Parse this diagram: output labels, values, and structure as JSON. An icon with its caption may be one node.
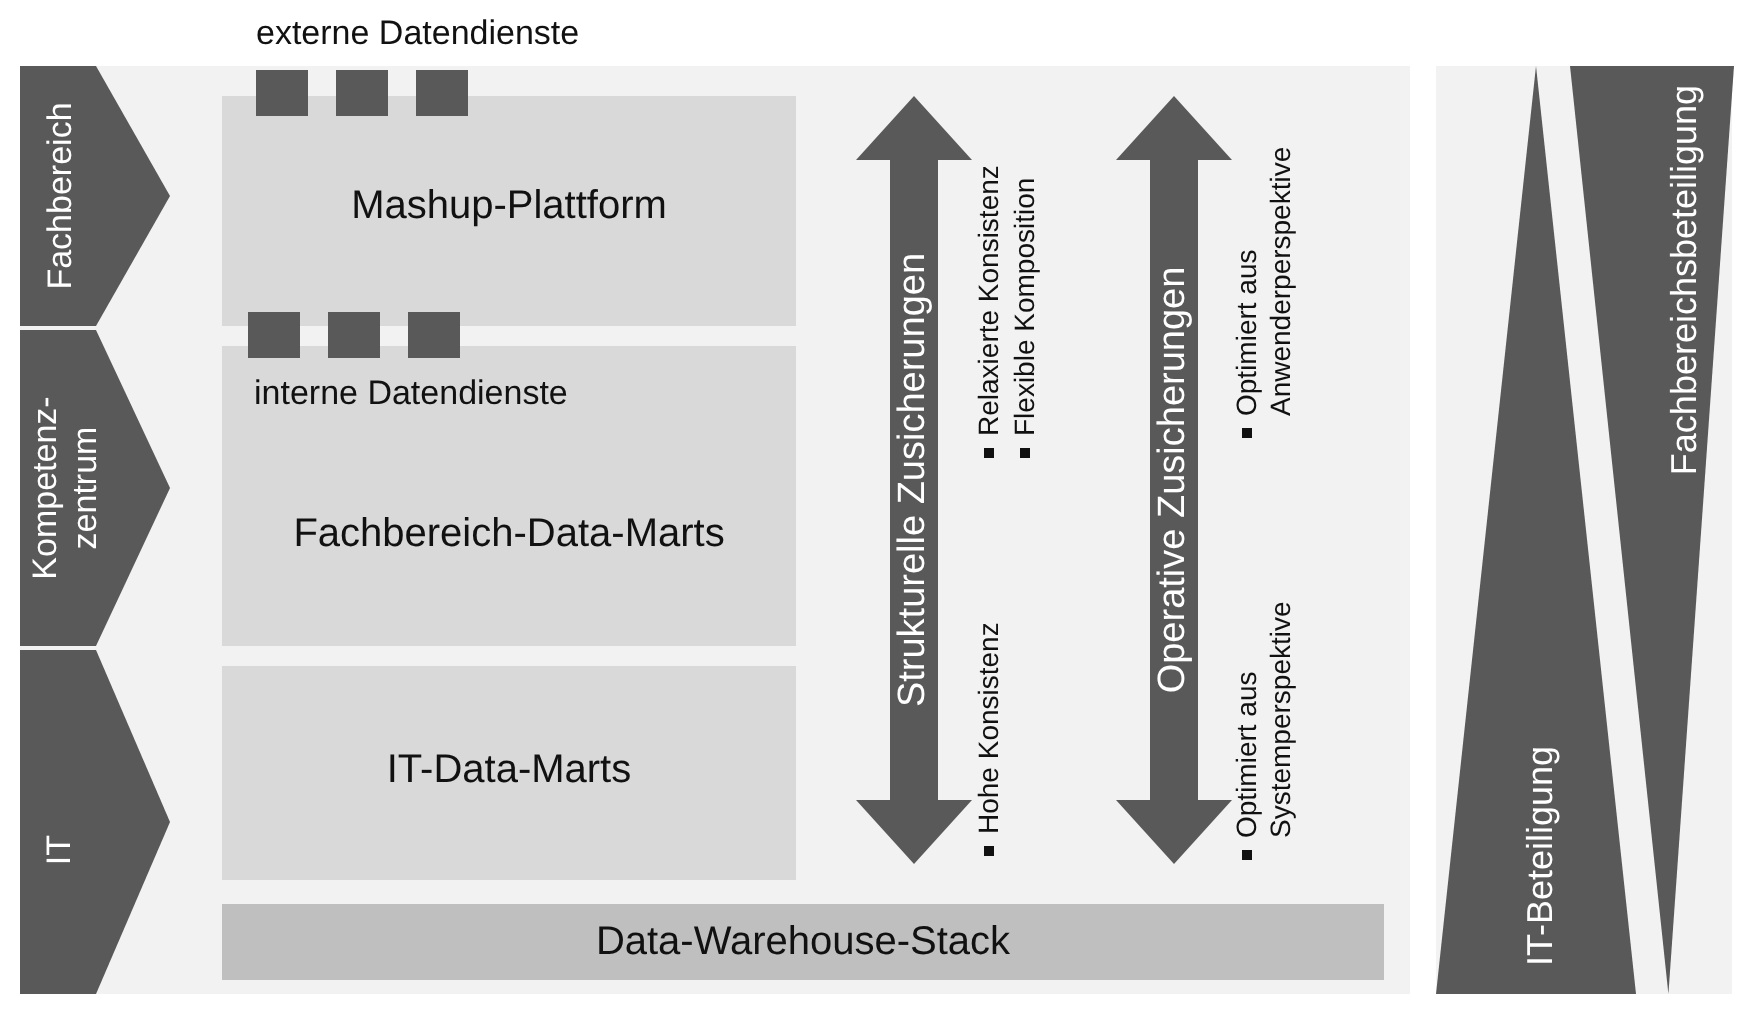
{
  "diagram": {
    "nodes": [
      {
        "text": [
          "Fachbereich"
        ]
      },
      {
        "text": [
          "Kompetenz- zentrum"
        ]
      },
      {
        "text": [
          "IT"
        ]
      },
      {
        "text": [
          "Mashup-Plattform"
        ]
      },
      {
        "text": [
          "interne Datendienste",
          "Fachbereich-Data-Marts"
        ]
      },
      {
        "text": [
          "IT-Data-Marts"
        ]
      },
      {
        "text": [
          "Data-Warehouse-Stack"
        ]
      },
      {
        "text": [
          "Strukturelle Zusicherungen"
        ],
        "beside": [
          "Relaxierte Konsistenz",
          "Flexible Komposition",
          "Hohe Konsistenz"
        ]
      },
      {
        "text": [
          "Operative Zusicherungen"
        ],
        "beside": [
          "Optimiert aus Anwenderperspektive",
          "Optimiert aus Systemperspektive"
        ]
      },
      {
        "text": [
          "IT-Beteiligung"
        ]
      },
      {
        "text": [
          "Fachbereichsbeteiligung"
        ]
      }
    ],
    "labels": [
      "externe Datendienste"
    ]
  }
}
